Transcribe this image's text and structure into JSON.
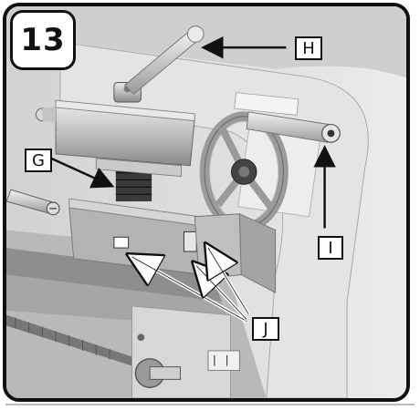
{
  "figure": {
    "number": "13",
    "callouts": {
      "h": "H",
      "g": "G",
      "i": "I",
      "j": "J"
    }
  }
}
